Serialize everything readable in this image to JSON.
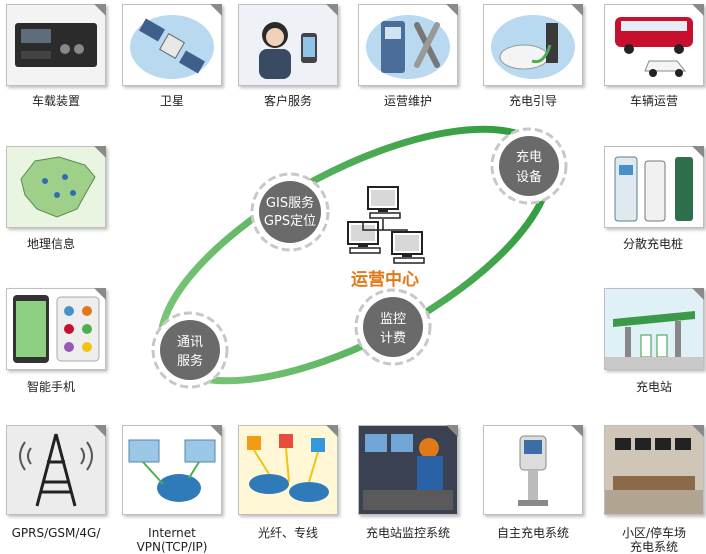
{
  "tiles": [
    {
      "label": "车载装置"
    },
    {
      "label": "卫星"
    },
    {
      "label": "客户服务"
    },
    {
      "label": "运营维护"
    },
    {
      "label": "充电引导"
    },
    {
      "label": "车辆运营"
    },
    {
      "label": "地理信息"
    },
    {
      "label": "分散充电桩"
    },
    {
      "label": "智能手机"
    },
    {
      "label": "充电站"
    },
    {
      "label": "GPRS/GSM/4G/"
    },
    {
      "label_line1": "Internet",
      "label_line2": "VPN(TCP/IP)"
    },
    {
      "label": "光纤、专线"
    },
    {
      "label": "充电站监控系统"
    },
    {
      "label": "自主充电系统"
    },
    {
      "label_line1": "小区/停车场",
      "label_line2": "充电系统"
    }
  ],
  "nodes": {
    "gis": {
      "line1": "GIS服务",
      "line2": "GPS定位"
    },
    "charge_device": {
      "line1": "充电",
      "line2": "设备"
    },
    "comm": {
      "line1": "通讯",
      "line2": "服务"
    },
    "monitor": {
      "line1": "监控",
      "line2": "计费"
    }
  },
  "center": {
    "label": "运营中心"
  },
  "colors": {
    "ring": "#2f9a3c",
    "node": "#6a6a6a",
    "center_text": "#e07a18"
  }
}
